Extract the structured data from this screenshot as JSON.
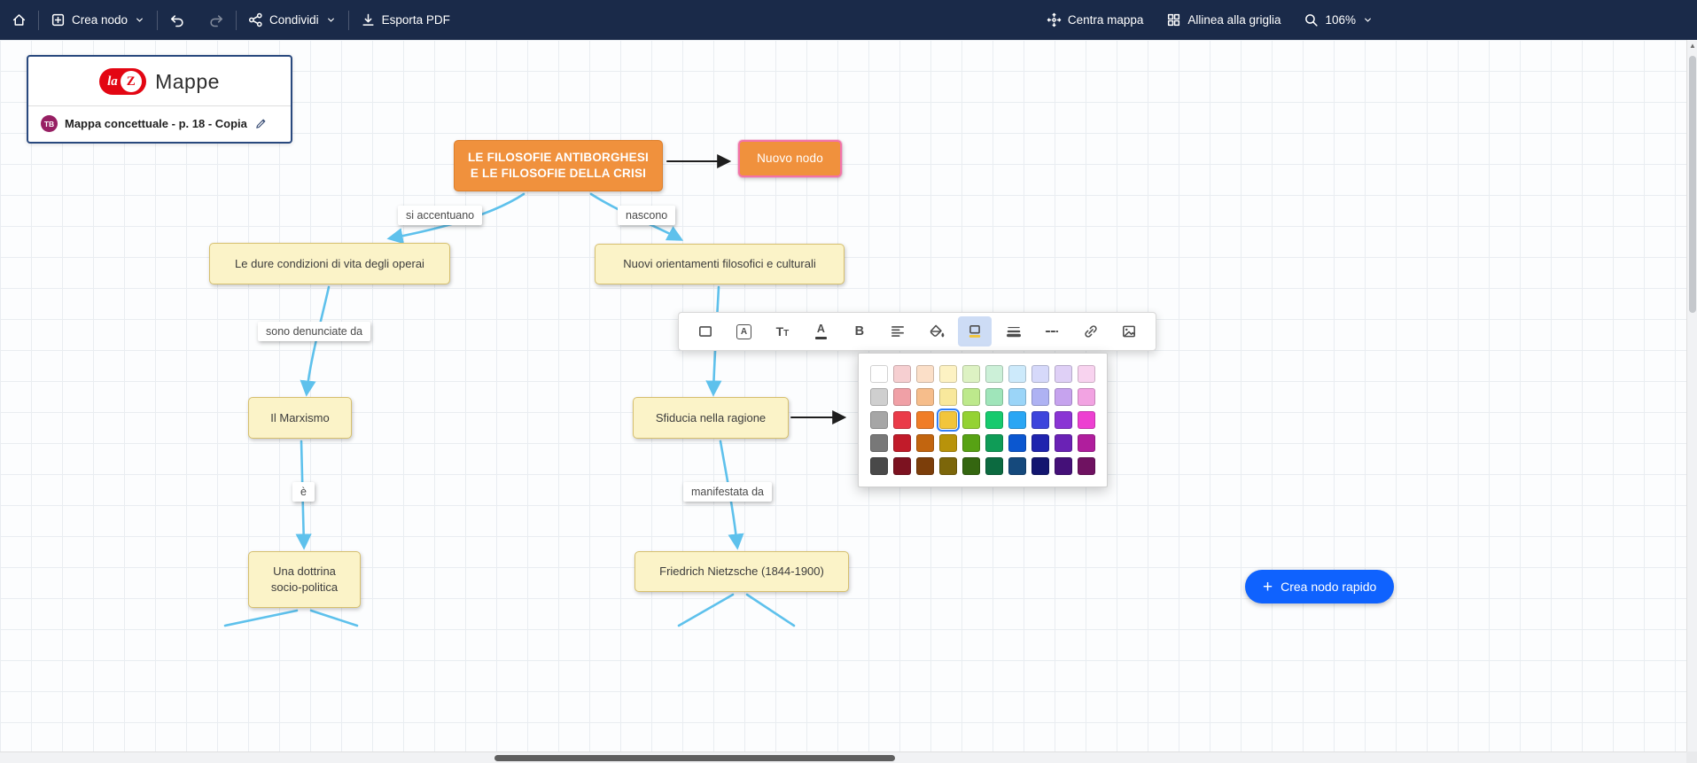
{
  "topbar": {
    "crea_nodo": "Crea nodo",
    "condividi": "Condividi",
    "esporta_pdf": "Esporta PDF",
    "centra_mappa": "Centra mappa",
    "allinea_griglia": "Allinea alla griglia",
    "zoom": "106%"
  },
  "map_card": {
    "logo_la": "la",
    "logo_z": "Z",
    "logo_name": "Mappe",
    "avatar_initials": "TB",
    "title": "Mappa concettuale - p. 18 - Copia"
  },
  "nodes": {
    "root": {
      "line1": "LE FILOSOFIE ANTIBORGHESI",
      "line2": "E LE FILOSOFIE DELLA CRISI"
    },
    "nuovo": {
      "label": "Nuovo nodo"
    },
    "condizioni": {
      "label": "Le dure condizioni di vita degli operai"
    },
    "orientamenti": {
      "label": "Nuovi orientamenti filosofici e culturali"
    },
    "marxismo": {
      "label": "Il Marxismo"
    },
    "sfiducia": {
      "label": "Sfiducia nella ragione"
    },
    "dottrina": {
      "line1": "Una dottrina",
      "line2": "socio-politica"
    },
    "nietzsche": {
      "label": "Friedrich Nietzsche (1844-1900)"
    }
  },
  "edge_labels": {
    "si_accentuano": "si accentuano",
    "nascono": "nascono",
    "sono_denunciate_da": "sono denunciate da",
    "e": "è",
    "manifestata_da": "manifestata da"
  },
  "format_toolbar": {
    "letter_a_box": "A",
    "t_large": "T",
    "t_small": "T",
    "text_color_letter": "A",
    "bold": "B"
  },
  "color_picker": {
    "selected": {
      "row": 2,
      "col": 3
    },
    "palette": [
      [
        "#ffffff",
        "#f6cfd1",
        "#fbdfc8",
        "#fdf2c3",
        "#ddf2c3",
        "#ccf0d8",
        "#cdeafb",
        "#d6d9fa",
        "#dfd0f6",
        "#f8d3ef"
      ],
      [
        "#cfcfcf",
        "#f0a0a6",
        "#f6bd8b",
        "#f8e89c",
        "#bde98c",
        "#9fe5ba",
        "#9bd5f8",
        "#aeb2f3",
        "#c6a3ee",
        "#f2a3e2"
      ],
      [
        "#a6a6a6",
        "#ea3b49",
        "#f07d27",
        "#f2c53b",
        "#94d233",
        "#17ca6e",
        "#2aa6f4",
        "#3d45dc",
        "#8a35d4",
        "#ed40d1"
      ],
      [
        "#787878",
        "#c11b2a",
        "#c2650f",
        "#b8930a",
        "#57a214",
        "#0f9c57",
        "#0b57d0",
        "#1f24ae",
        "#6a22b5",
        "#b01e9d"
      ],
      [
        "#494949",
        "#7c1220",
        "#7c3e0a",
        "#7c660a",
        "#346610",
        "#0c6a40",
        "#15497c",
        "#131670",
        "#441078",
        "#6f1261"
      ]
    ]
  },
  "quick_create": {
    "label": "Crea nodo rapido"
  },
  "icons": {
    "plus": "+",
    "scroll_up": "▲"
  },
  "colors": {
    "topbar_bg": "#1a2a49",
    "accent_blue": "#0f62fe",
    "node_orange": "#f0913d",
    "node_yellow": "#fbf3c8",
    "edge_blue": "#5ec1ec",
    "selection_pink": "#f272a8",
    "logo_red": "#e30613",
    "active_tool_bg": "#cddcf5"
  }
}
